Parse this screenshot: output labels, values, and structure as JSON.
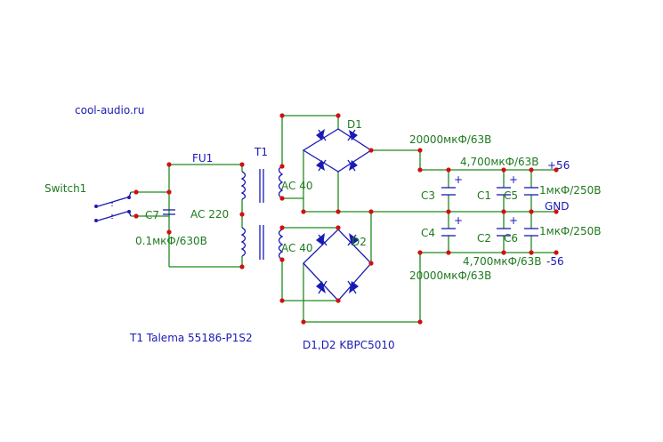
{
  "watermark": "cool-audio.ru",
  "labels": {
    "switch": "Switch1",
    "fuse": "FU1",
    "transformer": "T1",
    "c7": "C7",
    "c7_value": "0.1мкФ/630В",
    "ac_in": "AC 220",
    "ac_upper": "AC 40",
    "ac_lower": "AC 40",
    "d1": "D1",
    "d2": "D2",
    "cap_top_value": "20000мкФ/63В",
    "cap_bottom_value": "20000мкФ/63В",
    "c3": "C3",
    "c4": "C4",
    "c1": "C1",
    "c2": "C2",
    "c5": "C5",
    "c6": "C6",
    "c5_value": "4,700мкФ/63В",
    "c6_value": "4,700мкФ/63В",
    "film_top_value": "1мкФ/250В",
    "film_bottom_value": "1мкФ/250В",
    "plus_out": "+56",
    "gnd": "GND",
    "minus_out": "-56",
    "plus_sign": "+",
    "t1_part": "T1  Talema 55186-P1S2",
    "diode_part": "D1,D2 KBPC5010"
  }
}
